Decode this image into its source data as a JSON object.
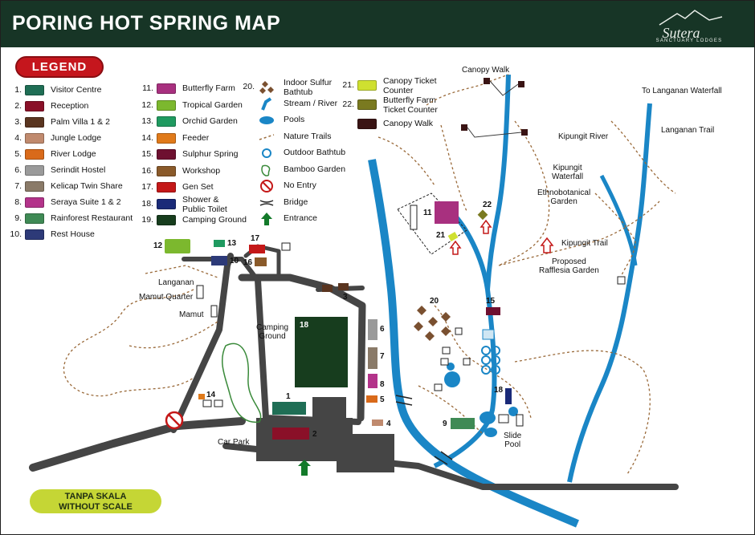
{
  "title": "PORING HOT SPRING MAP",
  "brand": {
    "name": "Sutera",
    "sub": "SANCTUARY LODGES"
  },
  "legend_heading": "LEGEND",
  "scale_note": [
    "TANPA SKALA",
    "WITHOUT SCALE"
  ],
  "legend_col1": [
    {
      "num": "1.",
      "label": "Visitor Centre",
      "color": "#1f6e55"
    },
    {
      "num": "2.",
      "label": "Reception",
      "color": "#8a1028"
    },
    {
      "num": "3.",
      "label": "Palm Villa 1 & 2",
      "color": "#5a3520"
    },
    {
      "num": "4.",
      "label": "Jungle Lodge",
      "color": "#c08a6e"
    },
    {
      "num": "5.",
      "label": "River Lodge",
      "color": "#d96a1a"
    },
    {
      "num": "6.",
      "label": "Serindit Hostel",
      "color": "#9a9a9a"
    },
    {
      "num": "7.",
      "label": "Kelicap Twin Share",
      "color": "#8a7a68"
    },
    {
      "num": "8.",
      "label": "Seraya Suite 1 & 2",
      "color": "#b3338a"
    },
    {
      "num": "9.",
      "label": "Rainforest Restaurant",
      "color": "#3f8a55"
    },
    {
      "num": "10.",
      "label": "Rest House",
      "color": "#2d3a78"
    }
  ],
  "legend_col2": [
    {
      "num": "11.",
      "label": "Butterfly Farm",
      "color": "#a8307f"
    },
    {
      "num": "12.",
      "label": "Tropical Garden",
      "color": "#7cb82e"
    },
    {
      "num": "13.",
      "label": "Orchid Garden",
      "color": "#1f9a60"
    },
    {
      "num": "14.",
      "label": "Feeder",
      "color": "#e07a1a"
    },
    {
      "num": "15.",
      "label": "Sulphur Spring",
      "color": "#6e1030"
    },
    {
      "num": "16.",
      "label": "Workshop",
      "color": "#8a5a2a"
    },
    {
      "num": "17.",
      "label": "Gen Set",
      "color": "#c41818"
    },
    {
      "num": "18.",
      "label": "Shower &\nPublic Toilet",
      "color": "#1a2a78"
    },
    {
      "num": "19.",
      "label": "Camping Ground",
      "color": "#173d1e"
    }
  ],
  "legend_col3": [
    {
      "num": "20.",
      "label": "Indoor Sulfur\nBathtub",
      "icon": "hex-cluster-icon"
    },
    {
      "num": "",
      "label": "Stream / River",
      "icon": "river-icon"
    },
    {
      "num": "",
      "label": "Pools",
      "icon": "pool-icon"
    },
    {
      "num": "",
      "label": "Nature Trails",
      "icon": "trail-icon"
    },
    {
      "num": "",
      "label": "Outdoor Bathtub",
      "icon": "outdoor-bathtub-icon"
    },
    {
      "num": "",
      "label": "Bamboo Garden",
      "icon": "bamboo-garden-icon"
    },
    {
      "num": "",
      "label": "No Entry",
      "icon": "no-entry-icon"
    },
    {
      "num": "",
      "label": "Bridge",
      "icon": "bridge-icon"
    },
    {
      "num": "",
      "label": "Entrance",
      "icon": "entrance-arrow-icon"
    }
  ],
  "legend_col4": [
    {
      "num": "21.",
      "label": "Canopy Ticket\nCounter",
      "color": "#cfe030"
    },
    {
      "num": "22.",
      "label": "Butterfly Farm\nTicket Counter",
      "color": "#7a7a20"
    },
    {
      "num": "",
      "label": "Canopy Walk",
      "color": "#3a1414"
    }
  ],
  "map_labels": {
    "canopy_walk": "Canopy Walk",
    "langanan_waterfall": "To Langanan Waterfall",
    "langanan_trail": "Langanan Trail",
    "kipungit_river": "Kipungit River",
    "kipungit_waterfall": "Kipungit\nWaterfall",
    "ethnobotanical": "Ethnobotanical\nGarden",
    "kipungit_trail": "Kipungit Trail",
    "rafflesia": "Proposed\nRafflesia Garden",
    "langanan": "Langanan",
    "mamut_quarter": "Mamut Quarter",
    "mamut": "Mamut",
    "camping_ground": "Camping\nGround",
    "car_park": "Car Park",
    "slide_pool": "Slide\nPool"
  },
  "map_numbers": [
    "1",
    "2",
    "3",
    "4",
    "5",
    "6",
    "7",
    "8",
    "9",
    "10",
    "11",
    "12",
    "13",
    "14",
    "15",
    "16",
    "17",
    "18",
    "18",
    "20",
    "21",
    "22"
  ],
  "colors": {
    "header": "#173526",
    "river": "#1a86c6",
    "road": "#454545",
    "trail": "#9a6a3a"
  }
}
